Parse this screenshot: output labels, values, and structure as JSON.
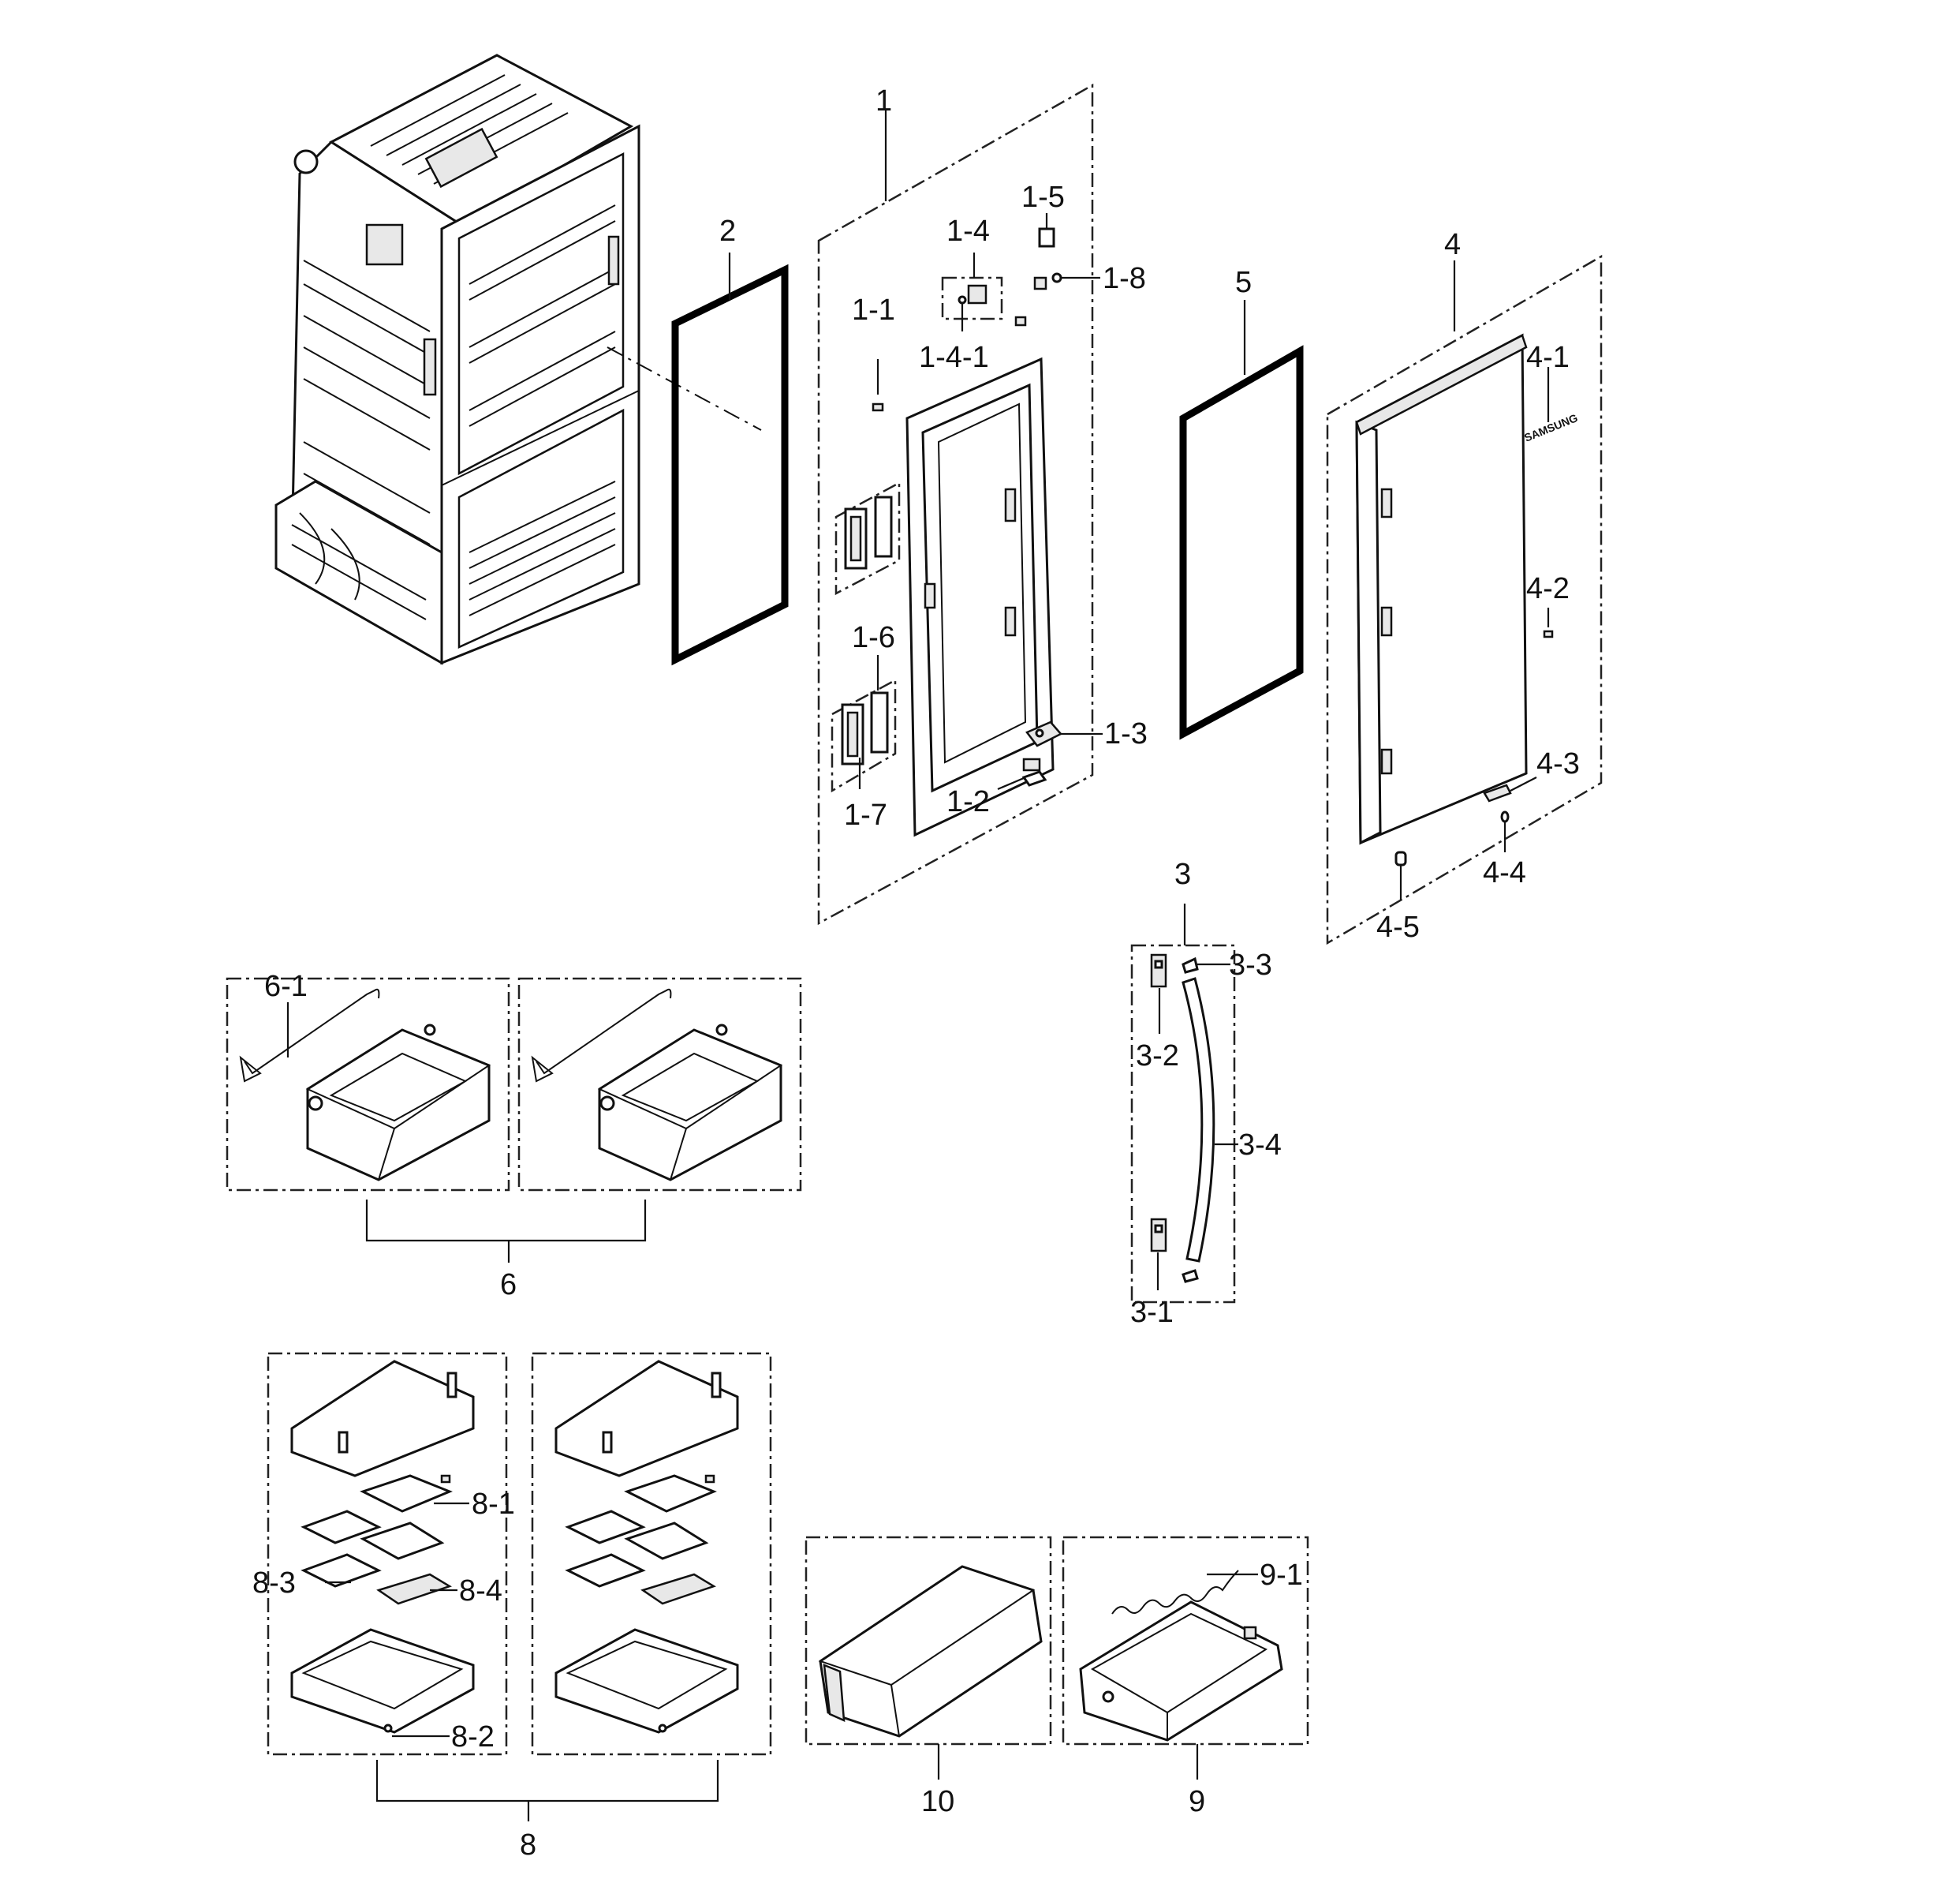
{
  "logo_text": "SAMSUNG",
  "callouts": {
    "c1": "1",
    "c1_1": "1-1",
    "c1_2": "1-2",
    "c1_3": "1-3",
    "c1_4": "1-4",
    "c1_4_1": "1-4-1",
    "c1_5": "1-5",
    "c1_6": "1-6",
    "c1_7": "1-7",
    "c1_8": "1-8",
    "c2": "2",
    "c3": "3",
    "c3_1": "3-1",
    "c3_2": "3-2",
    "c3_3": "3-3",
    "c3_4": "3-4",
    "c4": "4",
    "c4_1": "4-1",
    "c4_2": "4-2",
    "c4_3": "4-3",
    "c4_4": "4-4",
    "c4_5": "4-5",
    "c5": "5",
    "c6": "6",
    "c6_1": "6-1",
    "c8": "8",
    "c8_1": "8-1",
    "c8_2": "8-2",
    "c8_3": "8-3",
    "c8_4": "8-4",
    "c9": "9",
    "c9_1": "9-1",
    "c10": "10"
  }
}
